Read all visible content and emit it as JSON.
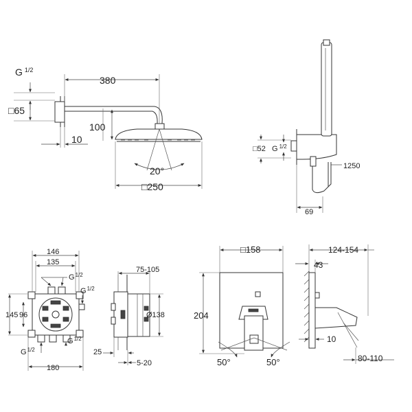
{
  "colors": {
    "line": "#333333",
    "text": "#222222",
    "background": "#ffffff"
  },
  "head_shower": {
    "pipe_thread_base": "G",
    "pipe_thread_sup": "1/2",
    "flange_size": "□65",
    "arm_length": "380",
    "drop_height": "100",
    "wall_offset": "10",
    "spray_angle": "20°",
    "head_size": "□250"
  },
  "hand_shower": {
    "outlet_size": "□52",
    "outlet_thread_base": "G",
    "outlet_thread_sup": "1/2",
    "hose_length": "1250",
    "projection": "69"
  },
  "box_front": {
    "width_outer": "146",
    "width_inner": "135",
    "height_outer": "145",
    "height_inner": "96",
    "width_bottom": "180",
    "thread_base": "G",
    "thread_sup": "1/2"
  },
  "box_side": {
    "depth_range": "75-105",
    "diameter": "Ø138",
    "offset": "25",
    "adjust_range": "5-20"
  },
  "mixer_front": {
    "plate_size": "□158",
    "height": "204",
    "angle_left": "50°",
    "angle_right": "50°"
  },
  "mixer_side": {
    "install_range": "124-154",
    "depth": "43",
    "gap": "10",
    "lever_range": "80-110"
  }
}
